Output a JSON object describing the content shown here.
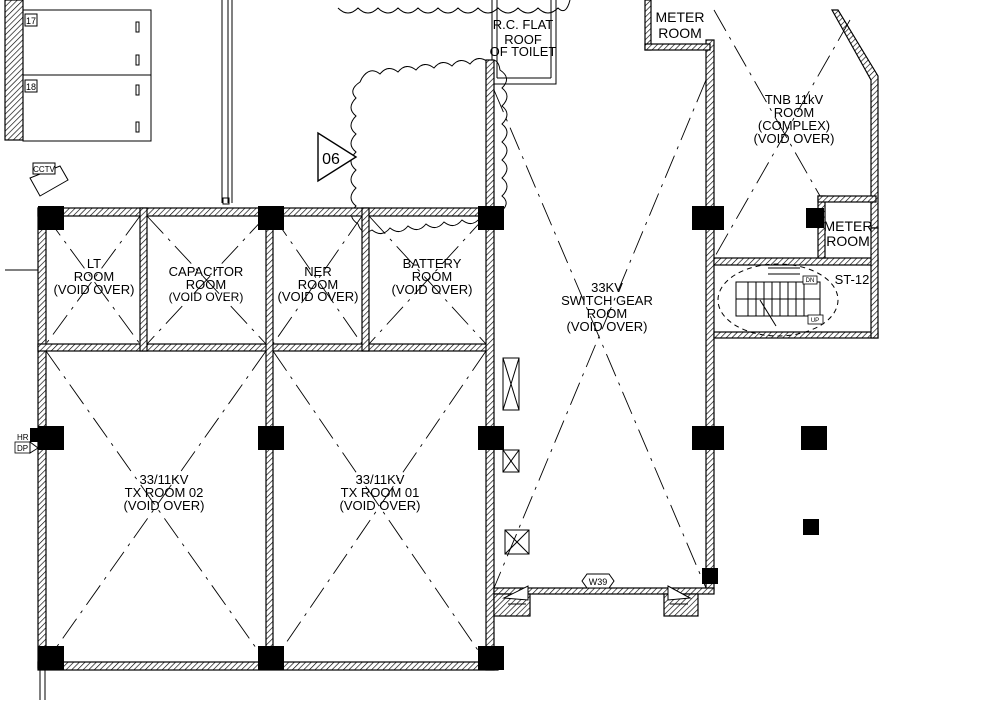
{
  "rooms": {
    "lt": [
      "LT",
      "ROOM",
      "(VOID OVER)"
    ],
    "capacitor": [
      "CAPACITOR",
      "ROOM",
      "(VOID OVER)"
    ],
    "ner": [
      "NER",
      "ROOM",
      "(VOID OVER)"
    ],
    "battery": [
      "BATTERY",
      "ROOM",
      "(VOID OVER)"
    ],
    "switchgear": [
      "33KV",
      "SWITCH GEAR",
      "ROOM",
      "(VOID OVER)"
    ],
    "tnb": [
      "TNB 11kV",
      "ROOM",
      "(COMPLEX)",
      "(VOID OVER)"
    ],
    "tx02": [
      "33/11KV",
      "TX ROOM 02",
      "(VOID OVER)"
    ],
    "tx01": [
      "33/11KV",
      "TX ROOM 01",
      "(VOID OVER)"
    ],
    "meter_top": [
      "METER",
      "ROOM"
    ],
    "meter_right": [
      "METER",
      "ROOM"
    ],
    "rc_roof": [
      "R.C. FLAT",
      "ROOF",
      "OF TOILET"
    ]
  },
  "tags": {
    "rev_marker": "06",
    "window": "W39",
    "stair": "ST-12",
    "cctv": "CCTV",
    "hr": "HR",
    "dp": "DP",
    "up": "UP",
    "dn": "DN",
    "box_17": "17",
    "box_18": "18"
  },
  "colors": {
    "line": "#000000",
    "background": "#ffffff"
  }
}
